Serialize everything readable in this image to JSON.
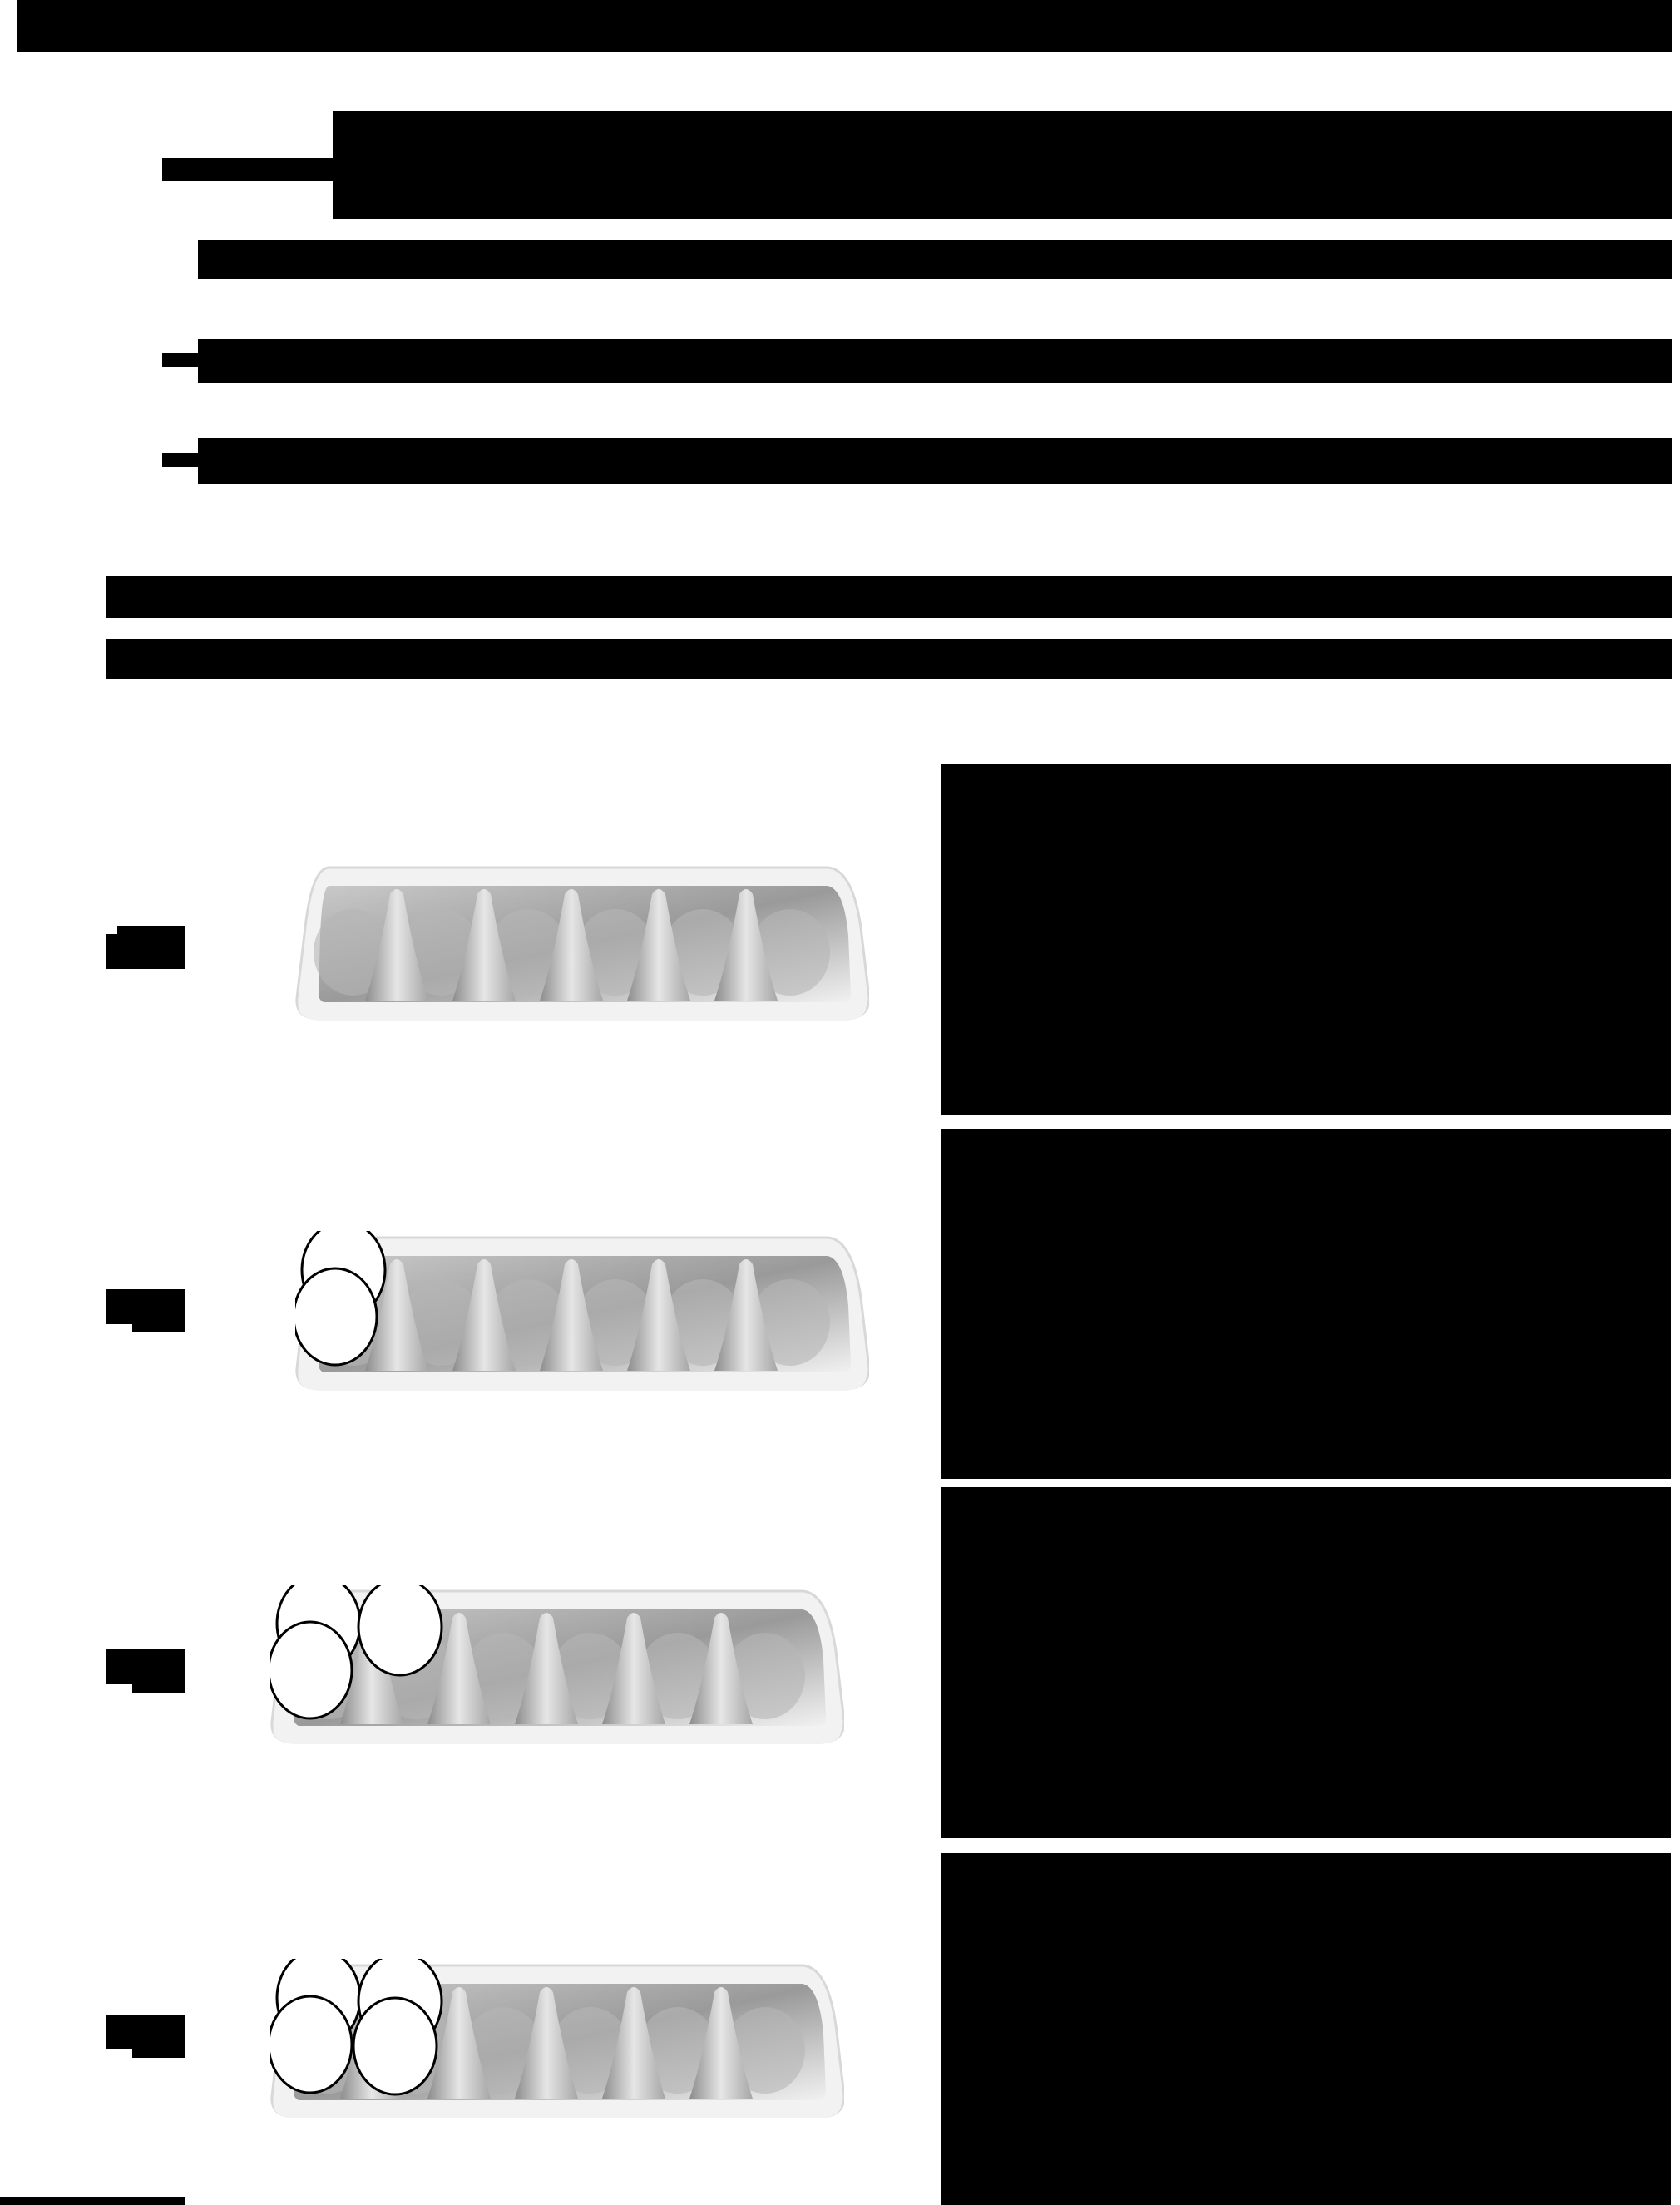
{
  "colors": {
    "ink": "#000000",
    "paper": "#ffffff",
    "tray_light": "#f2f2f2",
    "tray_mid": "#c9c9c9",
    "tray_dark": "#9a9a9a"
  },
  "problems": [
    {
      "eggs": 0
    },
    {
      "eggs": 2
    },
    {
      "eggs": 3
    },
    {
      "eggs": 4
    }
  ],
  "icons": {
    "carton": "egg-carton-icon",
    "egg": "egg-icon"
  }
}
